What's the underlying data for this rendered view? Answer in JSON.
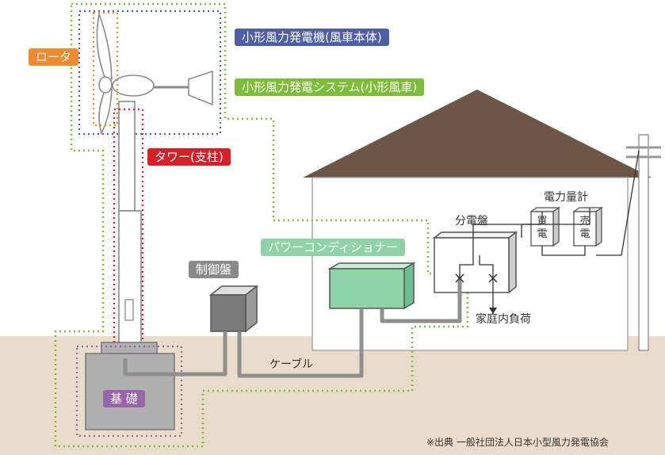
{
  "labels": {
    "rotor": "ロータ",
    "turbine_body": "小形風力発電機(風車本体)",
    "system": "小形風力発電システム(小形風車)",
    "tower": "タワー(支柱)",
    "power_conditioner": "パワーコンディショナー",
    "control_panel": "制御盤",
    "foundation": "基 礎",
    "distribution_board": "分電盤",
    "power_meter": "電力量計",
    "buy": "買電",
    "sell": "売電",
    "household_load": "家庭内負荷",
    "cable": "ケーブル",
    "source": "※出典 一般社団法人日本小型風力発電協会"
  },
  "colors": {
    "rotor": "#ef8a2f",
    "turbine_body": "#4f5fa6",
    "system": "#7dbd3a",
    "tower": "#d52029",
    "power_conditioner": "#8fd4a8",
    "control_panel": "#8a8a8a",
    "foundation": "#9a64ad",
    "roof": "#6e5646",
    "ground": "#e9dccb"
  }
}
